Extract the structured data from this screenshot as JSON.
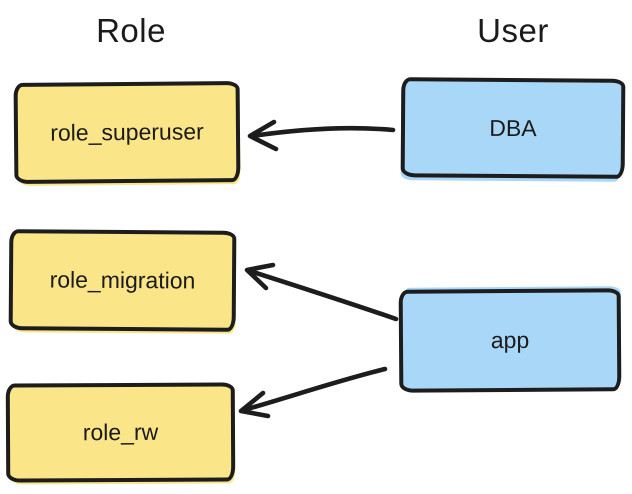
{
  "diagram": {
    "columns": {
      "role": {
        "label": "Role"
      },
      "user": {
        "label": "User"
      }
    },
    "roles": [
      {
        "id": "role_superuser",
        "label": "role_superuser"
      },
      {
        "id": "role_migration",
        "label": "role_migration"
      },
      {
        "id": "role_rw",
        "label": "role_rw"
      }
    ],
    "users": [
      {
        "id": "DBA",
        "label": "DBA"
      },
      {
        "id": "app",
        "label": "app"
      }
    ],
    "edges": [
      {
        "from": "DBA",
        "to": "role_superuser"
      },
      {
        "from": "app",
        "to": "role_migration"
      },
      {
        "from": "app",
        "to": "role_rw"
      }
    ],
    "colors": {
      "role_fill": "#fae588",
      "user_fill": "#a9d7f8",
      "stroke": "#1d1d1d",
      "background": "#ffffff"
    }
  }
}
